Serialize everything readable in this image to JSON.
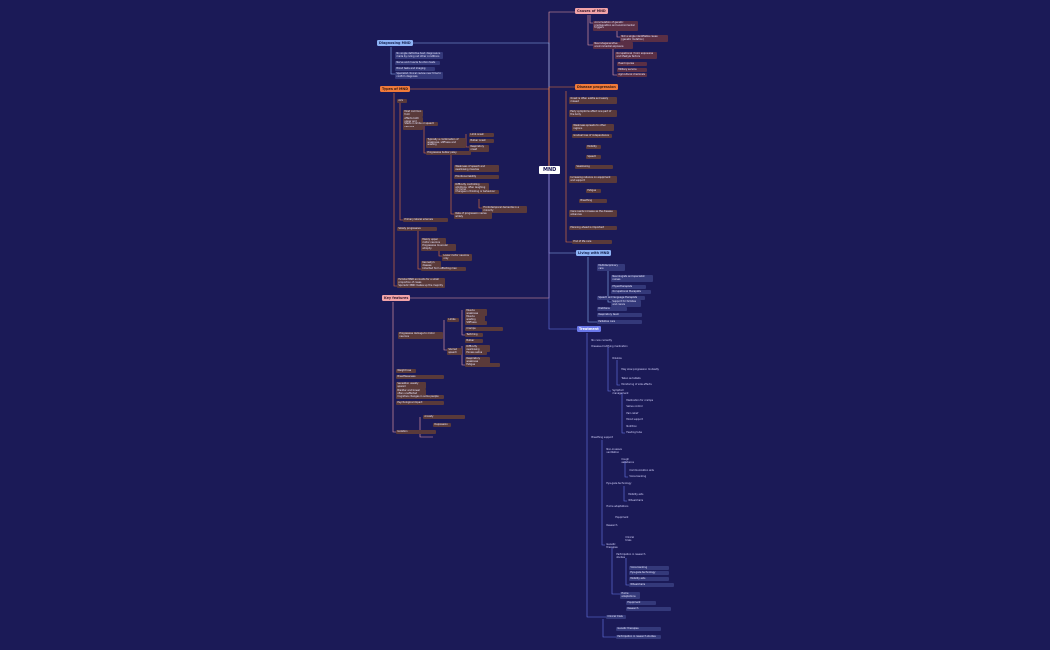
{
  "center": "MND",
  "branches": {
    "causes_right": {
      "title": "Causes of MND",
      "items": [
        "Accumulation of genetic predisposition and environmental triggers",
        "Not a single identifiable cause (genetic mutation)",
        "Neurodegenerative environmental exposure",
        "Occupational / toxic exposures and lifestyle factors",
        "Head injuries",
        "Military service",
        "Agricultural chemicals"
      ]
    },
    "diagnosing": {
      "title": "Diagnosing MND",
      "items": [
        "No single definitive test; diagnosis is made by ruling out other conditions",
        "Nerve and muscle function tests",
        "Blood tests and imaging",
        "Specialist clinical review over time to confirm diagnosis"
      ]
    },
    "types": {
      "title": "Types of MND",
      "items": [
        "ALS",
        "Most common form",
        "Affects both upper and lower motor neurons",
        "Starts in limbs or speech",
        "Typically a combination of weakness, stiffness and wasting",
        "Limb onset",
        "Bulbar onset",
        "Respiratory onset",
        "Progressive bulbar palsy",
        "Weakness of speech and swallowing muscles",
        "Emotional lability",
        "Difficulty controlling emotions, often laughing or crying",
        "Changes in thinking or behaviour",
        "Frontotemporal dementia in a minority",
        "Rate of progression varies widely",
        "Primary lateral sclerosis",
        "Slowly progressive",
        "Mainly upper motor neurons",
        "Progressive muscular atrophy",
        "Lower motor neurons only",
        "Kennedy's disease",
        "Inherited form affecting men",
        "Familial MND accounts for a small proportion of cases",
        "Sporadic MND makes up the majority"
      ]
    },
    "features": {
      "title": "Key features",
      "items": [
        "Progressive damage to motor neurons",
        "Limbs",
        "Muscle weakness",
        "Muscle wasting",
        "Stiffness",
        "Cramps",
        "Twitching",
        "Bulbar",
        "Slurred speech",
        "Difficulty swallowing",
        "Excess saliva",
        "Respiratory weakness",
        "Fatigue",
        "Weight loss",
        "Breathlessness",
        "Sensation usually spared",
        "Bladder and bowel often unaffected",
        "Cognitive changes in some people",
        "Psychological impact",
        "Anxiety",
        "Depression",
        "Isolation"
      ]
    },
    "stages": {
      "title": "Disease progression",
      "items": [
        "Onset is often subtle and easily missed",
        "Early symptoms affect one part of the body",
        "Weakness spreads to other regions",
        "Gradual loss of independence",
        "Mobility",
        "Speech",
        "Swallowing",
        "Increasing reliance on equipment and support",
        "Fatigue",
        "Breathing",
        "Care needs increase as the disease advances",
        "Planning ahead is important",
        "End of life care"
      ]
    },
    "living": {
      "title": "Living with MND",
      "items": [
        "Multidisciplinary care",
        "Neurologists and specialist nurses",
        "Physiotherapists",
        "Occupational therapists",
        "Speech and language therapists",
        "Dietitians",
        "Respiratory team",
        "Palliative care",
        "Support for families and carers"
      ]
    },
    "treatment": {
      "title": "Treatment",
      "items": [
        "No cure currently",
        "Disease-modifying medication",
        "Riluzole",
        "May slow progression modestly",
        "Taken as tablets",
        "Monitoring of side effects",
        "Symptom management",
        "Medication for cramps",
        "Saliva control",
        "Pain relief",
        "Mood support",
        "Nutrition",
        "Feeding tube",
        "Breathing support",
        "Non-invasive ventilation",
        "Cough assistance",
        "Communication aids",
        "Voice banking",
        "Eye-gaze technology",
        "Mobility aids",
        "Wheelchairs",
        "Home adaptations",
        "Equipment",
        "Research",
        "Clinical trials",
        "Genetic therapies",
        "Participation in research studies"
      ]
    }
  }
}
